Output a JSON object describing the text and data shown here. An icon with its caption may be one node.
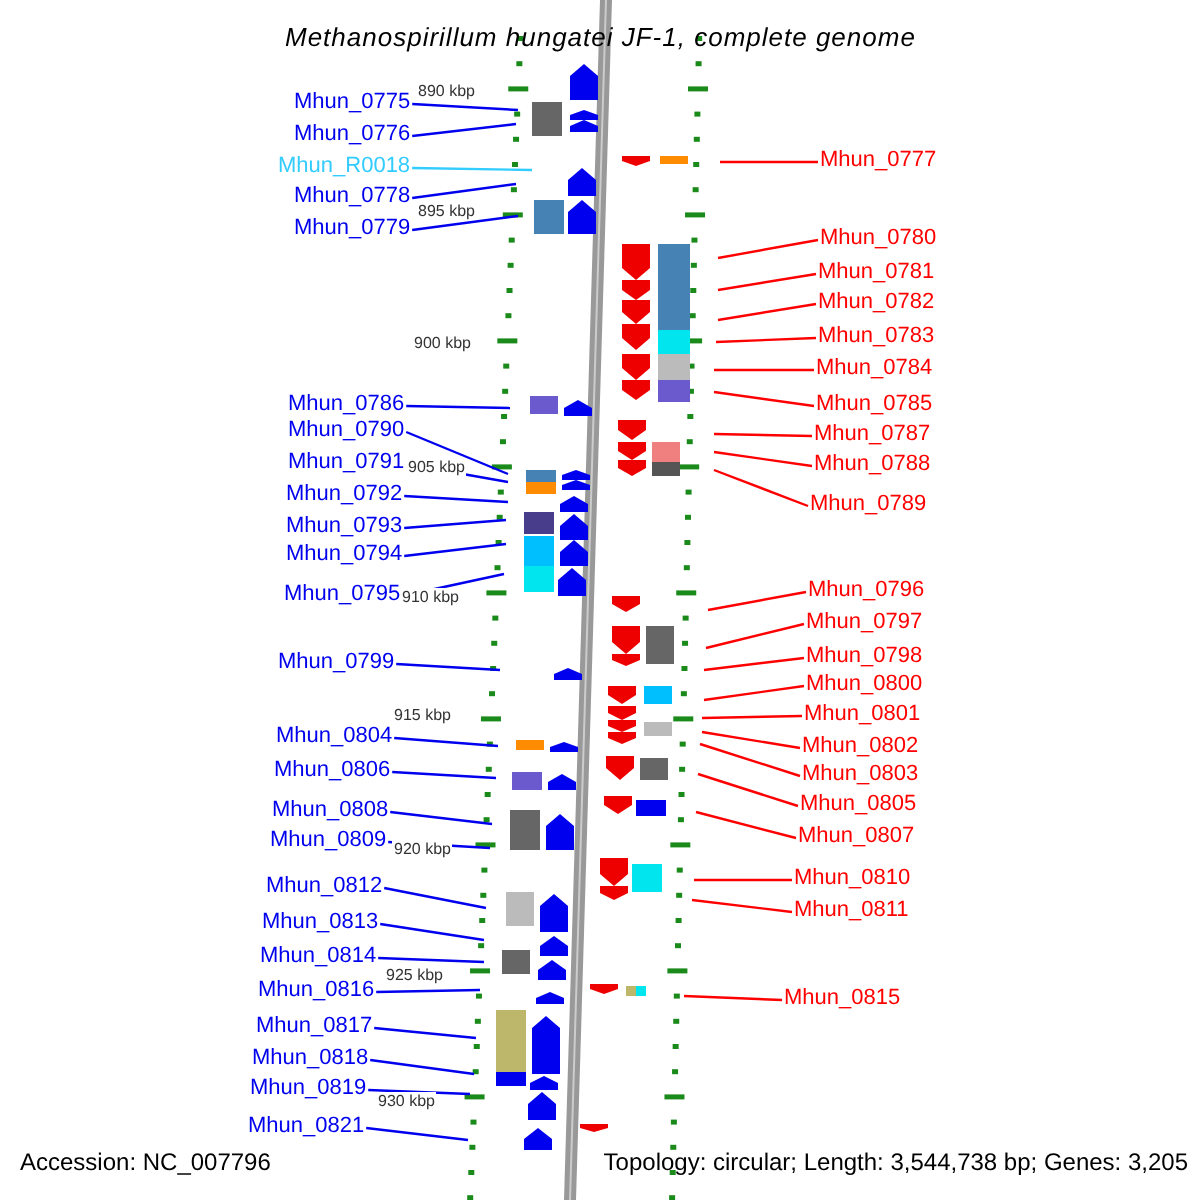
{
  "diagram": {
    "title": "Methanospirillum hungatei JF-1, complete genome",
    "nodes": [
      {
        "text": [
          "Mhun_0775"
        ]
      },
      {
        "text": [
          "Mhun_0776"
        ]
      },
      {
        "text": [
          "Mhun_R0018"
        ]
      },
      {
        "text": [
          "Mhun_0778"
        ]
      },
      {
        "text": [
          "Mhun_0779"
        ]
      },
      {
        "text": [
          "Mhun_0786"
        ]
      },
      {
        "text": [
          "Mhun_0790"
        ]
      },
      {
        "text": [
          "Mhun_0791"
        ]
      },
      {
        "text": [
          "Mhun_0792"
        ]
      },
      {
        "text": [
          "Mhun_0793"
        ]
      },
      {
        "text": [
          "Mhun_0794"
        ]
      },
      {
        "text": [
          "Mhun_0795"
        ]
      },
      {
        "text": [
          "Mhun_0799"
        ]
      },
      {
        "text": [
          "Mhun_0804"
        ]
      },
      {
        "text": [
          "Mhun_0806"
        ]
      },
      {
        "text": [
          "Mhun_0808"
        ]
      },
      {
        "text": [
          "Mhun_0809"
        ]
      },
      {
        "text": [
          "Mhun_0812"
        ]
      },
      {
        "text": [
          "Mhun_0813"
        ]
      },
      {
        "text": [
          "Mhun_0814"
        ]
      },
      {
        "text": [
          "Mhun_0816"
        ]
      },
      {
        "text": [
          "Mhun_0817"
        ]
      },
      {
        "text": [
          "Mhun_0818"
        ]
      },
      {
        "text": [
          "Mhun_0819"
        ]
      },
      {
        "text": [
          "Mhun_0821"
        ]
      },
      {
        "text": [
          "Mhun_0777"
        ]
      },
      {
        "text": [
          "Mhun_0780"
        ]
      },
      {
        "text": [
          "Mhun_0781"
        ]
      },
      {
        "text": [
          "Mhun_0782"
        ]
      },
      {
        "text": [
          "Mhun_0783"
        ]
      },
      {
        "text": [
          "Mhun_0784"
        ]
      },
      {
        "text": [
          "Mhun_0785"
        ]
      },
      {
        "text": [
          "Mhun_0787"
        ]
      },
      {
        "text": [
          "Mhun_0788"
        ]
      },
      {
        "text": [
          "Mhun_0789"
        ]
      },
      {
        "text": [
          "Mhun_0796"
        ]
      },
      {
        "text": [
          "Mhun_0797"
        ]
      },
      {
        "text": [
          "Mhun_0798"
        ]
      },
      {
        "text": [
          "Mhun_0800"
        ]
      },
      {
        "text": [
          "Mhun_0801"
        ]
      },
      {
        "text": [
          "Mhun_0802"
        ]
      },
      {
        "text": [
          "Mhun_0803"
        ]
      },
      {
        "text": [
          "Mhun_0805"
        ]
      },
      {
        "text": [
          "Mhun_0807"
        ]
      },
      {
        "text": [
          "Mhun_0810"
        ]
      },
      {
        "text": [
          "Mhun_0811"
        ]
      },
      {
        "text": [
          "Mhun_0815"
        ]
      }
    ],
    "edges": [
      {
        "from": 0,
        "to": null,
        "arrow": "none"
      },
      {
        "from": 1,
        "to": null,
        "arrow": "none"
      },
      {
        "from": 2,
        "to": null,
        "arrow": "none",
        "color": "#33ccff"
      },
      {
        "from": 3,
        "to": null,
        "arrow": "none"
      },
      {
        "from": 4,
        "to": null,
        "arrow": "none"
      },
      {
        "from": 5,
        "to": null,
        "arrow": "none"
      },
      {
        "from": 6,
        "to": null,
        "arrow": "none"
      },
      {
        "from": 7,
        "to": null,
        "arrow": "none"
      },
      {
        "from": 8,
        "to": null,
        "arrow": "none"
      },
      {
        "from": 9,
        "to": null,
        "arrow": "none"
      },
      {
        "from": 10,
        "to": null,
        "arrow": "none"
      },
      {
        "from": 11,
        "to": null,
        "arrow": "none"
      },
      {
        "from": 12,
        "to": null,
        "arrow": "none"
      },
      {
        "from": 13,
        "to": null,
        "arrow": "none"
      },
      {
        "from": 14,
        "to": null,
        "arrow": "none"
      },
      {
        "from": 15,
        "to": null,
        "arrow": "none"
      },
      {
        "from": 16,
        "to": null,
        "arrow": "none"
      },
      {
        "from": 17,
        "to": null,
        "arrow": "none"
      },
      {
        "from": 18,
        "to": null,
        "arrow": "none"
      },
      {
        "from": 19,
        "to": null,
        "arrow": "none"
      },
      {
        "from": 20,
        "to": null,
        "arrow": "none"
      },
      {
        "from": 21,
        "to": null,
        "arrow": "none"
      },
      {
        "from": 22,
        "to": null,
        "arrow": "none"
      },
      {
        "from": 23,
        "to": null,
        "arrow": "none"
      },
      {
        "from": 24,
        "to": null,
        "arrow": "none"
      },
      {
        "from": 25,
        "to": null,
        "arrow": "none",
        "color": "#ff0000"
      },
      {
        "from": 26,
        "to": null,
        "arrow": "none",
        "color": "#ff0000"
      },
      {
        "from": 27,
        "to": null,
        "arrow": "none",
        "color": "#ff0000"
      },
      {
        "from": 28,
        "to": null,
        "arrow": "none",
        "color": "#ff0000"
      },
      {
        "from": 29,
        "to": null,
        "arrow": "none",
        "color": "#ff0000"
      },
      {
        "from": 30,
        "to": null,
        "arrow": "none",
        "color": "#ff0000"
      },
      {
        "from": 31,
        "to": null,
        "arrow": "none",
        "color": "#ff0000"
      },
      {
        "from": 32,
        "to": null,
        "arrow": "none",
        "color": "#ff0000"
      },
      {
        "from": 33,
        "to": null,
        "arrow": "none",
        "color": "#ff0000"
      },
      {
        "from": 34,
        "to": null,
        "arrow": "none",
        "color": "#ff0000"
      },
      {
        "from": 35,
        "to": null,
        "arrow": "none",
        "color": "#ff0000"
      },
      {
        "from": 36,
        "to": null,
        "arrow": "none",
        "color": "#ff0000"
      },
      {
        "from": 37,
        "to": null,
        "arrow": "none",
        "color": "#ff0000"
      },
      {
        "from": 38,
        "to": null,
        "arrow": "none",
        "color": "#ff0000"
      },
      {
        "from": 39,
        "to": null,
        "arrow": "none",
        "color": "#ff0000"
      },
      {
        "from": 40,
        "to": null,
        "arrow": "none",
        "color": "#ff0000"
      },
      {
        "from": 41,
        "to": null,
        "arrow": "none",
        "color": "#ff0000"
      },
      {
        "from": 42,
        "to": null,
        "arrow": "none",
        "color": "#ff0000"
      },
      {
        "from": 43,
        "to": null,
        "arrow": "none",
        "color": "#ff0000"
      },
      {
        "from": 44,
        "to": null,
        "arrow": "none",
        "color": "#ff0000"
      },
      {
        "from": 45,
        "to": null,
        "arrow": "none",
        "color": "#ff0000"
      },
      {
        "from": 46,
        "to": null,
        "arrow": "none",
        "color": "#ff0000"
      }
    ],
    "labels": [
      "890 kbp",
      "895 kbp",
      "900 kbp",
      "905 kbp",
      "910 kbp",
      "915 kbp",
      "920 kbp",
      "925 kbp",
      "930 kbp",
      "Accession: NC_007796",
      "Topology: circular; Length: 3,544,738 bp; Genes: 3,205"
    ]
  }
}
